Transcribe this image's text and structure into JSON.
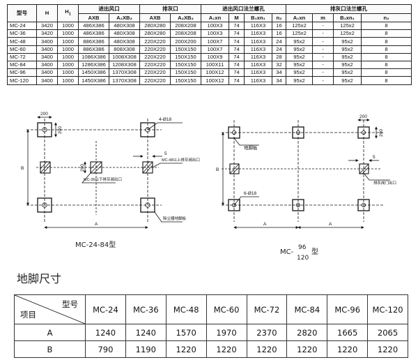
{
  "spec_table": {
    "group_headers": {
      "model": "型号",
      "h": "H",
      "h1": "H",
      "h1_sub": "1",
      "inlet_outlet": "进出风口",
      "ash_outlet": "排灰口",
      "inlet_flange_holes": "进出风口法兰螺孔",
      "ash_flange_holes": "排灰口法兰螺孔"
    },
    "sub_headers": [
      "AXB",
      "A₂XB₂",
      "AXB",
      "A₂XB₂",
      "A₁xn",
      "M",
      "B₁xn₁",
      "n₂",
      "A₁xn",
      "m",
      "B₁xn₁",
      "n₂"
    ],
    "rows": [
      [
        "MC-24",
        "3420",
        "1000",
        "486X386",
        "480X308",
        "280X280",
        "208X208",
        "100X3",
        "74",
        "116X3",
        "16",
        "125x2",
        "-",
        "125x2",
        "8"
      ],
      [
        "MC-36",
        "3420",
        "1000",
        "486X386",
        "480X308",
        "280X280",
        "208X208",
        "100X3",
        "74",
        "116X3",
        "16",
        "125x2",
        "-",
        "125x2",
        "8"
      ],
      [
        "MC-48",
        "3400",
        "1000",
        "886X386",
        "480X308",
        "220X220",
        "200X200",
        "100X7",
        "74",
        "116X3",
        "24",
        "95x2",
        "-",
        "95x2",
        "8"
      ],
      [
        "MC-60",
        "3400",
        "1000",
        "886X386",
        "808X308",
        "220X220",
        "150X150",
        "100X7",
        "74",
        "116X3",
        "24",
        "95x2",
        "-",
        "95x2",
        "8"
      ],
      [
        "MC-72",
        "3400",
        "1000",
        "1086X386",
        "1008X308",
        "220X220",
        "150X150",
        "100X9",
        "74",
        "116X3",
        "28",
        "95x2",
        "-",
        "95x2",
        "8"
      ],
      [
        "MC-84",
        "3400",
        "1000",
        "1286X386",
        "1208X308",
        "220X220",
        "150X150",
        "100X11",
        "74",
        "116X3",
        "32",
        "95x2",
        "-",
        "95x2",
        "8"
      ],
      [
        "MC-96",
        "3400",
        "1000",
        "1450X386",
        "1370X308",
        "220X220",
        "150X150",
        "100X12",
        "74",
        "116X3",
        "34",
        "95x2",
        "-",
        "95x2",
        "8"
      ],
      [
        "MC-120",
        "3400",
        "1000",
        "1450X386",
        "1370X308",
        "220X220",
        "150X150",
        "100X12",
        "74",
        "116X3",
        "34",
        "95x2",
        "-",
        "95x2",
        "8"
      ]
    ]
  },
  "drawing_left": {
    "dim_200_top": "200",
    "dim_200_side": "200",
    "dim_200_inner": "200",
    "holes": "4-Ø18",
    "dim_b": "B",
    "dim_a": "A",
    "note_upper": "MC-48以上排灰阀出口",
    "note_lower": "MC-36以下排灰阀出口",
    "note_base": "除尘器地脚板",
    "caption": "MC-24-84型"
  },
  "drawing_right": {
    "dim_200_top": "200",
    "dim_200_side": "200",
    "dim_b": "B",
    "dim_a": "A",
    "dim_5": "5",
    "note_plate": "地脚板",
    "note_valve": "排灰阀门出口",
    "holes": "6-Ø18",
    "caption_prefix": "MC-",
    "caption_top": "96",
    "caption_bottom": "120",
    "caption_suffix": "型"
  },
  "drawing_left_dim_5": "5",
  "foundation": {
    "title": "地脚尺寸",
    "header_model": "型号",
    "header_item": "项目",
    "models": [
      "MC-24",
      "MC-36",
      "MC-48",
      "MC-60",
      "MC-72",
      "MC-84",
      "MC-96",
      "MC-120"
    ],
    "rows": [
      {
        "label": "A",
        "values": [
          "1240",
          "1240",
          "1570",
          "1970",
          "2370",
          "2820",
          "1665",
          "2065"
        ]
      },
      {
        "label": "B",
        "values": [
          "790",
          "1190",
          "1220",
          "1220",
          "1220",
          "1220",
          "1220",
          "1220"
        ]
      }
    ]
  }
}
